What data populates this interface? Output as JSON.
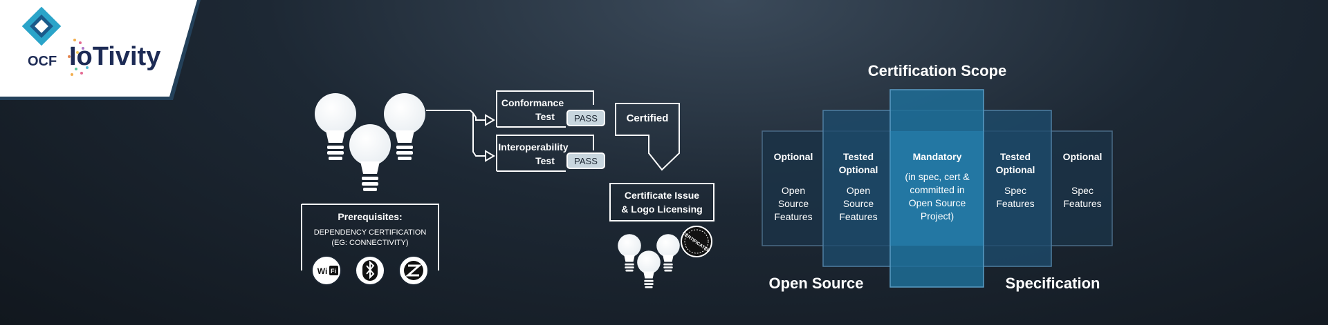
{
  "brand": {
    "ocf": "OCF",
    "iotivity": "IoTivity"
  },
  "flow": {
    "conformance": {
      "line1": "Conformance",
      "line2": "Test",
      "badge": "PASS"
    },
    "interop": {
      "line1": "Interoperability",
      "line2": "Test",
      "badge": "PASS"
    },
    "certified": "Certified",
    "certificate": {
      "line1": "Certificate Issue",
      "line2": "& Logo Licensing"
    },
    "seal": "CERTIFICATED",
    "prereq": {
      "title": "Prerequisites:",
      "line1": "DEPENDENCY CERTIFICATION",
      "line2": "(EG: CONNECTIVITY)",
      "icons": [
        {
          "name": "wifi-icon",
          "label": "Wi Fi"
        },
        {
          "name": "bluetooth-icon",
          "label": ""
        },
        {
          "name": "zigbee-icon",
          "label": ""
        }
      ]
    }
  },
  "scope": {
    "title": "Certification Scope",
    "columns": [
      {
        "head": [
          "Optional"
        ],
        "body": [
          "Open",
          "Source",
          "Features"
        ]
      },
      {
        "head": [
          "Tested",
          "Optional"
        ],
        "body": [
          "Open",
          "Source",
          "Features"
        ]
      },
      {
        "head": [
          "Mandatory"
        ],
        "body": [
          "(in spec, cert &",
          "committed in",
          "Open Source",
          "Project)"
        ]
      },
      {
        "head": [
          "Tested",
          "Optional"
        ],
        "body": [
          "Spec",
          "Features"
        ]
      },
      {
        "head": [
          "Optional"
        ],
        "body": [
          "Spec",
          "Features"
        ]
      }
    ],
    "open_source_label": "Open Source",
    "specification_label": "Specification"
  },
  "colors": {
    "panel_dark": "#1b2c3d",
    "panel_mid": "#1d4a6a",
    "panel_light": "#1f6e98",
    "accent_teal": "#2bb3c8",
    "white": "#ffffff"
  }
}
